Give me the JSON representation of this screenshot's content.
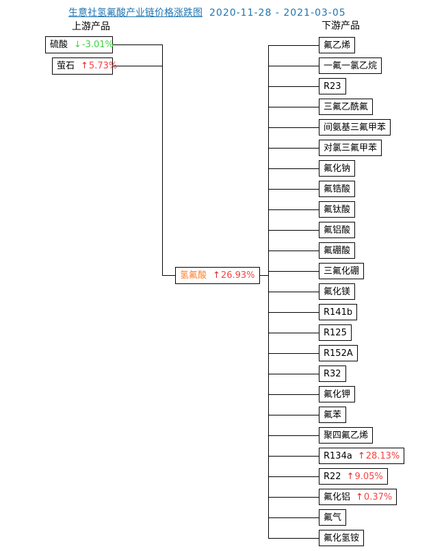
{
  "title": {
    "link_text": "生意社氢氟酸产业链价格涨跌图",
    "date_range": "2020-11-28 - 2021-03-05"
  },
  "labels": {
    "upstream": "上游产品",
    "downstream": "下游产品"
  },
  "upstream_nodes": [
    {
      "name": "硫酸",
      "change_arrow": "↓",
      "change_value": "-3.01%",
      "direction": "down"
    },
    {
      "name": "萤石",
      "change_arrow": "↑",
      "change_value": "5.73%",
      "direction": "up"
    }
  ],
  "center_node": {
    "name": "氢氟酸",
    "change_arrow": "↑",
    "change_value": "26.93%",
    "direction": "up"
  },
  "downstream_nodes": [
    {
      "name": "氟乙烯"
    },
    {
      "name": "一氟一氯乙烷"
    },
    {
      "name": "R23"
    },
    {
      "name": "三氟乙酰氟"
    },
    {
      "name": "间氨基三氟甲苯"
    },
    {
      "name": "对氯三氟甲苯"
    },
    {
      "name": "氟化钠"
    },
    {
      "name": "氟锆酸"
    },
    {
      "name": "氟钛酸"
    },
    {
      "name": "氟铝酸"
    },
    {
      "name": "氟硼酸"
    },
    {
      "name": "三氟化硼"
    },
    {
      "name": "氟化镁"
    },
    {
      "name": "R141b"
    },
    {
      "name": "R125"
    },
    {
      "name": "R152A"
    },
    {
      "name": "R32"
    },
    {
      "name": "氟化钾"
    },
    {
      "name": "氟苯"
    },
    {
      "name": "聚四氟乙烯"
    },
    {
      "name": "R134a",
      "change_arrow": "↑",
      "change_value": "28.13%",
      "direction": "up"
    },
    {
      "name": "R22",
      "change_arrow": "↑",
      "change_value": "9.05%",
      "direction": "up"
    },
    {
      "name": "氟化铝",
      "change_arrow": "↑",
      "change_value": "0.37%",
      "direction": "up"
    },
    {
      "name": "氟气"
    },
    {
      "name": "氟化氢铵"
    }
  ],
  "colors": {
    "title_blue": "#1E74B0",
    "up_red": "#FA4242",
    "up_arrow_red": "#DD2222",
    "down_green": "#3FD43F",
    "center_orange": "#FF7F2A",
    "line_black": "#000000"
  }
}
